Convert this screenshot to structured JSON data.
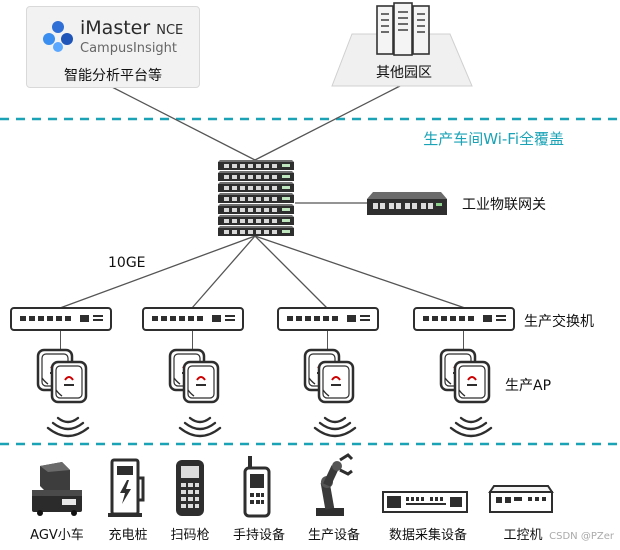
{
  "top": {
    "platform_logo_main": "iMaster",
    "platform_logo_suffix": "NCE",
    "platform_logo_sub": "CampusInsight",
    "platform_caption": "智能分析平台等",
    "other_campus": "其他园区"
  },
  "zone_title": "生产车间Wi-Fi全覆盖",
  "core": {
    "gateway_label": "工业物联网关",
    "uplink_label": "10GE"
  },
  "access": {
    "switch_label": "生产交换机",
    "ap_label": "生产AP"
  },
  "terminals": [
    {
      "label": "AGV小车",
      "icon": "agv-icon"
    },
    {
      "label": "充电桩",
      "icon": "charging-pile-icon"
    },
    {
      "label": "扫码枪",
      "icon": "scanner-icon"
    },
    {
      "label": "手持设备",
      "icon": "handheld-icon"
    },
    {
      "label": "生产设备",
      "icon": "robot-arm-icon"
    },
    {
      "label": "数据采集设备",
      "icon": "data-collector-icon"
    },
    {
      "label": "工控机",
      "icon": "industrial-pc-icon"
    }
  ],
  "watermark": "CSDN @PZer",
  "colors": {
    "accent": "#1aa3b6",
    "device_dark": "#2e2e2e",
    "line": "#555555"
  }
}
